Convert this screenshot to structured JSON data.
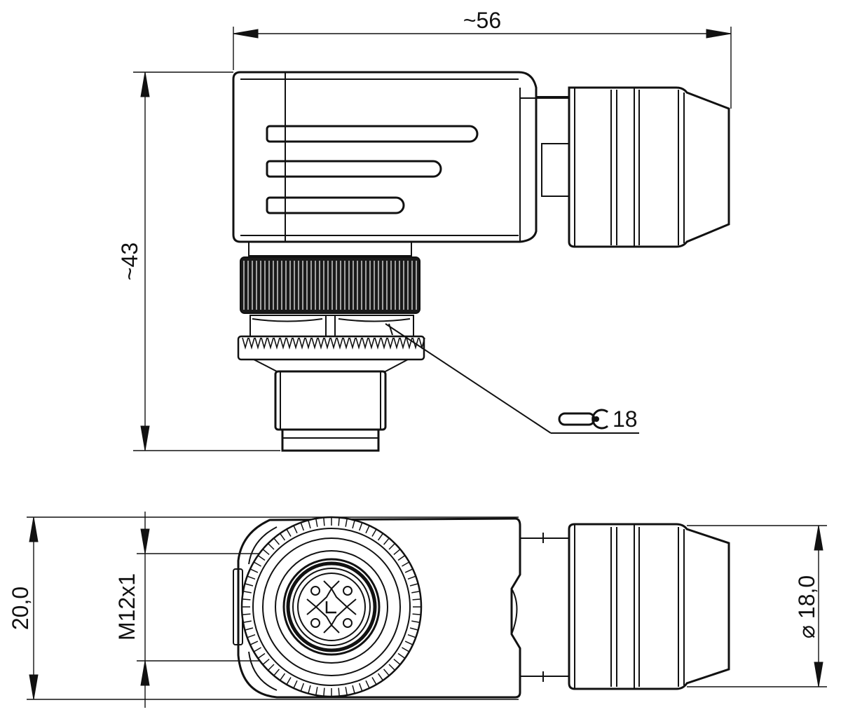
{
  "dimensions": {
    "width_overall": "~56",
    "height_overall": "~43",
    "wrench_size": "18",
    "width_bottom": "20,0",
    "thread": "M12x1",
    "diameter": "18,0",
    "diameter_symbol": "⌀"
  },
  "colors": {
    "line": "#111111",
    "background": "#ffffff"
  }
}
